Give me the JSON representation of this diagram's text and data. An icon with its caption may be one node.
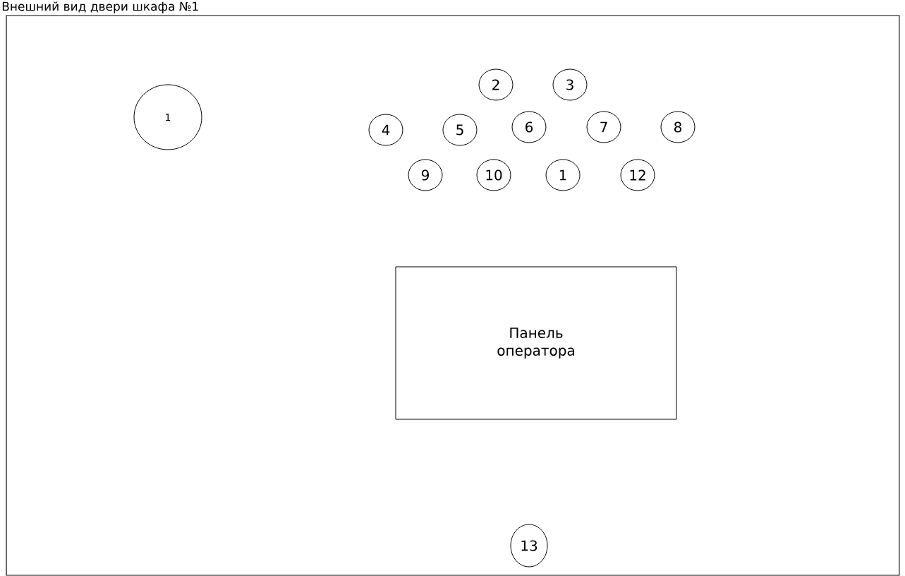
{
  "diagram": {
    "title": "Внешний вид двери шкафа №1",
    "nodes": [
      {
        "text": [
          "1"
        ]
      },
      {
        "text": [
          "2"
        ]
      },
      {
        "text": [
          "3"
        ]
      },
      {
        "text": [
          "4"
        ]
      },
      {
        "text": [
          "5"
        ]
      },
      {
        "text": [
          "6"
        ]
      },
      {
        "text": [
          "7"
        ]
      },
      {
        "text": [
          "8"
        ]
      },
      {
        "text": [
          "9"
        ]
      },
      {
        "text": [
          "10"
        ]
      },
      {
        "text": [
          "1"
        ]
      },
      {
        "text": [
          "12"
        ]
      },
      {
        "text": [
          "Панель оператора"
        ]
      },
      {
        "text": [
          "13"
        ]
      }
    ]
  }
}
